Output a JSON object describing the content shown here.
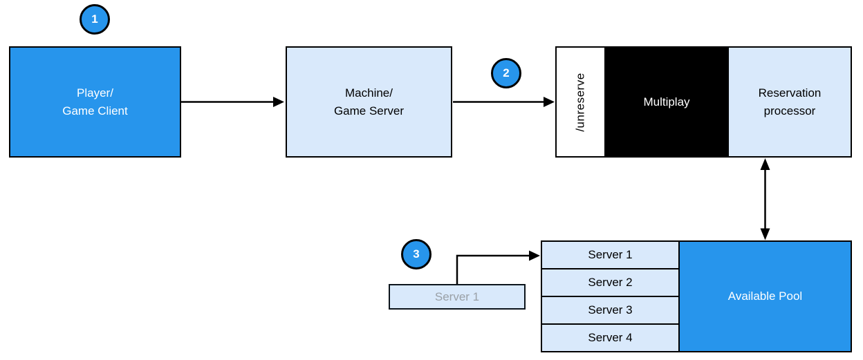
{
  "palette": {
    "accent_blue": "#2795EC",
    "light_blue": "#D9E9FB",
    "black": "#000000",
    "white": "#FFFFFF",
    "faded_text_gray": "#9AA0A6"
  },
  "badges": {
    "step1": "1",
    "step2": "2",
    "step3": "3"
  },
  "boxes": {
    "player": {
      "line1": "Player/",
      "line2": "Game Client"
    },
    "machine": {
      "line1": "Machine/",
      "line2": "Game Server"
    },
    "unreserve_endpoint": "/unreserve",
    "multiplay": "Multiplay",
    "reservation": {
      "line1": "Reservation",
      "line2": "processor"
    },
    "available_pool": "Available Pool"
  },
  "pool": {
    "servers": [
      "Server 1",
      "Server 2",
      "Server 3",
      "Server 4"
    ]
  },
  "detached_server": {
    "label": "Server 1"
  }
}
